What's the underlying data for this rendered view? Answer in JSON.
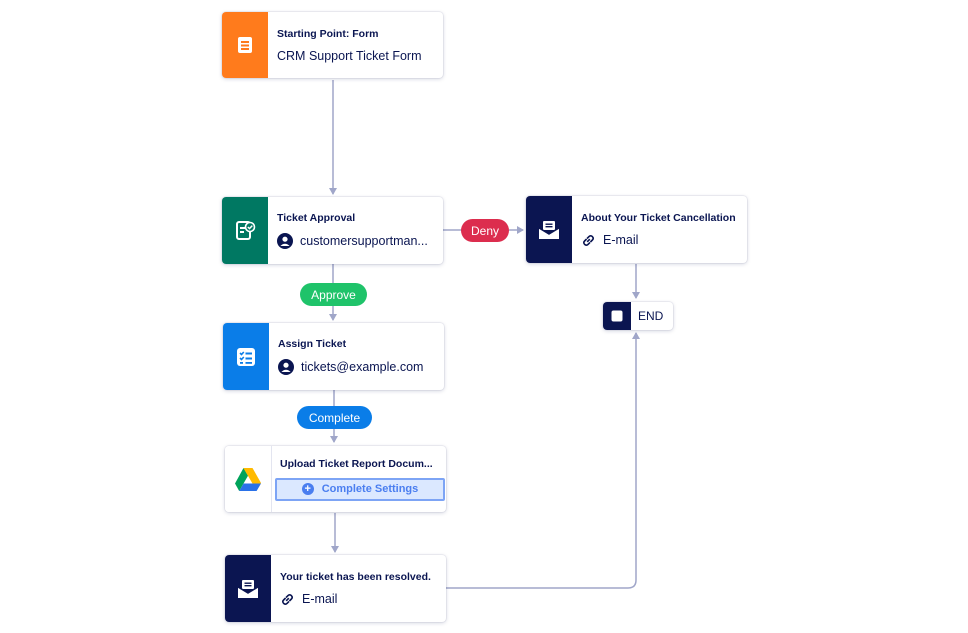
{
  "colors": {
    "connector": "#a0a6c9",
    "form_orange": "#ff7b1c",
    "approval_green": "#007862",
    "assign_blue": "#0a7de8",
    "email_navy": "#0b1551",
    "deny_red": "#dc2d4e",
    "approve_green": "#1fc36a",
    "complete_blue": "#0a7de8"
  },
  "nodes": {
    "start": {
      "title": "Starting Point: Form",
      "subtitle": "CRM Support Ticket Form",
      "icon": "form-icon"
    },
    "approval": {
      "title": "Ticket Approval",
      "assignee": "customersupportman...",
      "icon": "approval-icon"
    },
    "cancel_email": {
      "title": "About Your Ticket Cancellation",
      "subtitle": "E-mail",
      "icon": "email-icon"
    },
    "assign": {
      "title": "Assign Ticket",
      "assignee": "tickets@example.com",
      "icon": "task-list-icon"
    },
    "upload": {
      "title": "Upload Ticket Report Docum...",
      "settings_label": "Complete Settings",
      "icon": "google-drive-icon"
    },
    "resolved_email": {
      "title": "Your ticket has been resolved.",
      "subtitle": "E-mail",
      "icon": "email-icon"
    },
    "end": {
      "label": "END",
      "icon": "stop-icon"
    }
  },
  "edges": {
    "deny": "Deny",
    "approve": "Approve",
    "complete": "Complete"
  }
}
